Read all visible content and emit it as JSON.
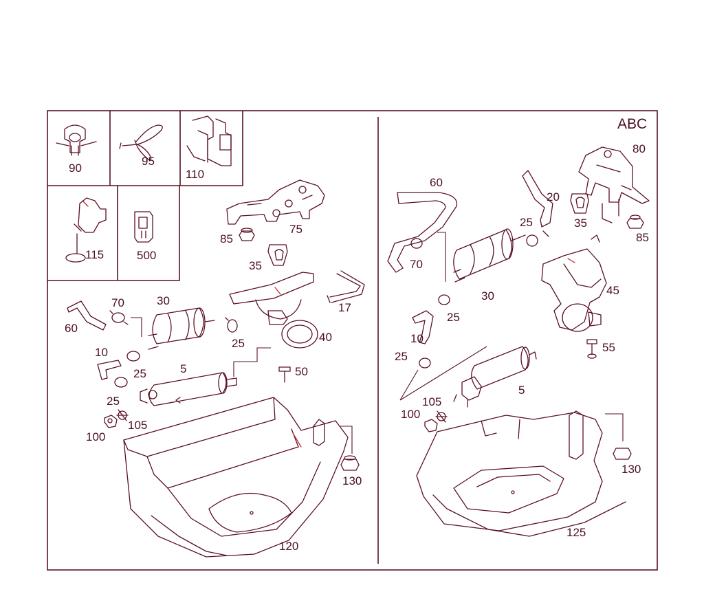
{
  "corner_label": "ABC",
  "colors": {
    "line": "#5a1022",
    "text": "#4a0f1e",
    "accent": "#c2272d",
    "background": "#ffffff"
  },
  "left_panel": {
    "callouts": {
      "p90": "90",
      "p95": "95",
      "p110": "110",
      "p115": "115",
      "p500": "500",
      "p75": "75",
      "p85": "85",
      "p35": "35",
      "p17": "17",
      "p60": "60",
      "p70": "70",
      "p30": "30",
      "p25a": "25",
      "p40": "40",
      "p10": "10",
      "p25b": "25",
      "p5": "5",
      "p50": "50",
      "p25c": "25",
      "p100": "100",
      "p105": "105",
      "p130": "130",
      "p120": "120"
    }
  },
  "right_panel": {
    "callouts": {
      "p80": "80",
      "p60": "60",
      "p20": "20",
      "p25a": "25",
      "p35": "35",
      "p85": "85",
      "p70": "70",
      "p30": "30",
      "p45": "45",
      "p25b": "25",
      "p10": "10",
      "p55": "55",
      "p25c": "25",
      "p105": "105",
      "p5": "5",
      "p100": "100",
      "p130": "130",
      "p125": "125"
    }
  }
}
